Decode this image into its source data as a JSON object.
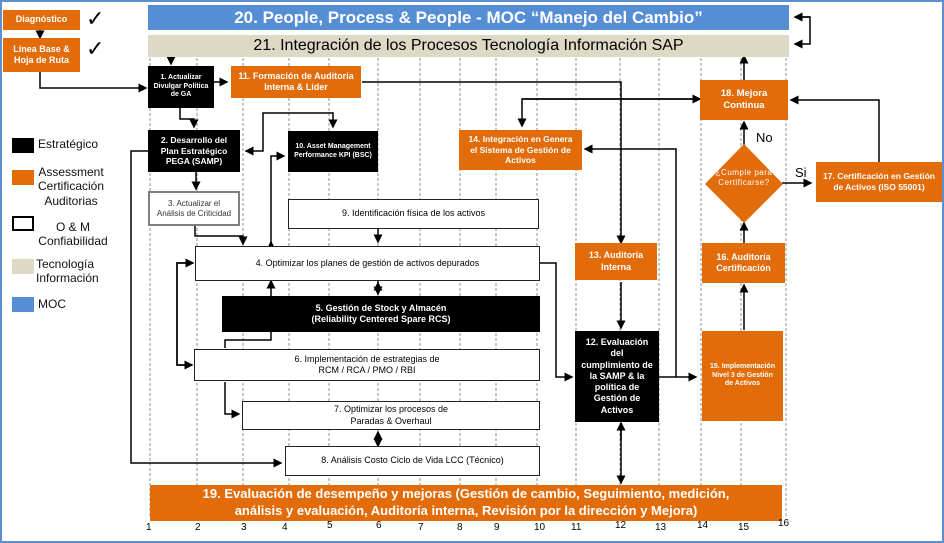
{
  "top_bars": {
    "moc": "20. People, Process & People - MOC “Manejo del Cambio”",
    "sap": "21. Integración de los Procesos Tecnología Información SAP"
  },
  "left_steps": {
    "diagnostico": "Diagnóstico",
    "linea_base": "Línea Base & Hoja de Ruta",
    "checkmark": "✓"
  },
  "legend": [
    {
      "label": "Estratégico",
      "color": "#000000"
    },
    {
      "label": "Assessment Certificación Auditorias",
      "color": "#e36c0a"
    },
    {
      "label": "O & M Confiabilidad",
      "color": "#ffffff"
    },
    {
      "label": "Tecnología Información",
      "color": "#ddd9c4"
    },
    {
      "label": "MOC",
      "color": "#558ed5"
    }
  ],
  "nodes": {
    "n1": "1. Actualizar Divulgar Política de GA",
    "n2": "2. Desarrollo del Plan Estratégico PEGA (SAMP)",
    "n3": "3. Actualizar el Análisis de Criticidad",
    "n4": "4. Optimizar los planes de gestión de activos depurados",
    "n5_line1": "5. Gestión de Stock y Almacén",
    "n5_line2": "(Reliability  Centered Spare RCS)",
    "n6_line1": "6. Implementación de estrategias de",
    "n6_line2": "RCM / RCA / PMO / RBI",
    "n7_line1": "7. Optimizar los procesos de",
    "n7_line2": "Paradas  & Overhaul",
    "n8": "8. Análisis Costo Ciclo de Vida LCC (Técnico)",
    "n9": "9. Identificación física de los activos",
    "n10": "10. Asset Management Performance KPI (BSC)",
    "n11": "11. Formación de Auditoría Interna & Líder",
    "n12": "12. Evaluación del cumplimiento de la SAMP & la política de Gestión de Activos",
    "n13": "13. Auditoría Interna",
    "n14": "14. Integración en Genera el Sistema de Gestión de Activos",
    "n15": "15. Implementación Nivel 3 de Gestión de Activos",
    "n16": "16. Auditoría Certificación",
    "n17": "17. Certificación en Gestión de Activos (ISO 55001)",
    "n18": "18. Mejora Continua",
    "decision": "¿Cumple para Certificarse?",
    "n19_line1": "19. Evaluación de desempeño y mejoras (Gestión de cambio, Seguimiento, medición,",
    "n19_line2": "análisis y evaluación, Auditoría interna, Revisión por la dirección y Mejora)"
  },
  "decision_labels": {
    "no": "No",
    "yes": "Si"
  },
  "axis_numbers": [
    "1",
    "2",
    "3",
    "4",
    "5",
    "6",
    "7",
    "8",
    "9",
    "10",
    "11",
    "12",
    "13",
    "14",
    "15",
    "16"
  ],
  "colors": {
    "orange": "#e36c0a",
    "black": "#000000",
    "blue": "#558ed5",
    "tan": "#ddd9c4",
    "frame": "#5b8fd0"
  }
}
